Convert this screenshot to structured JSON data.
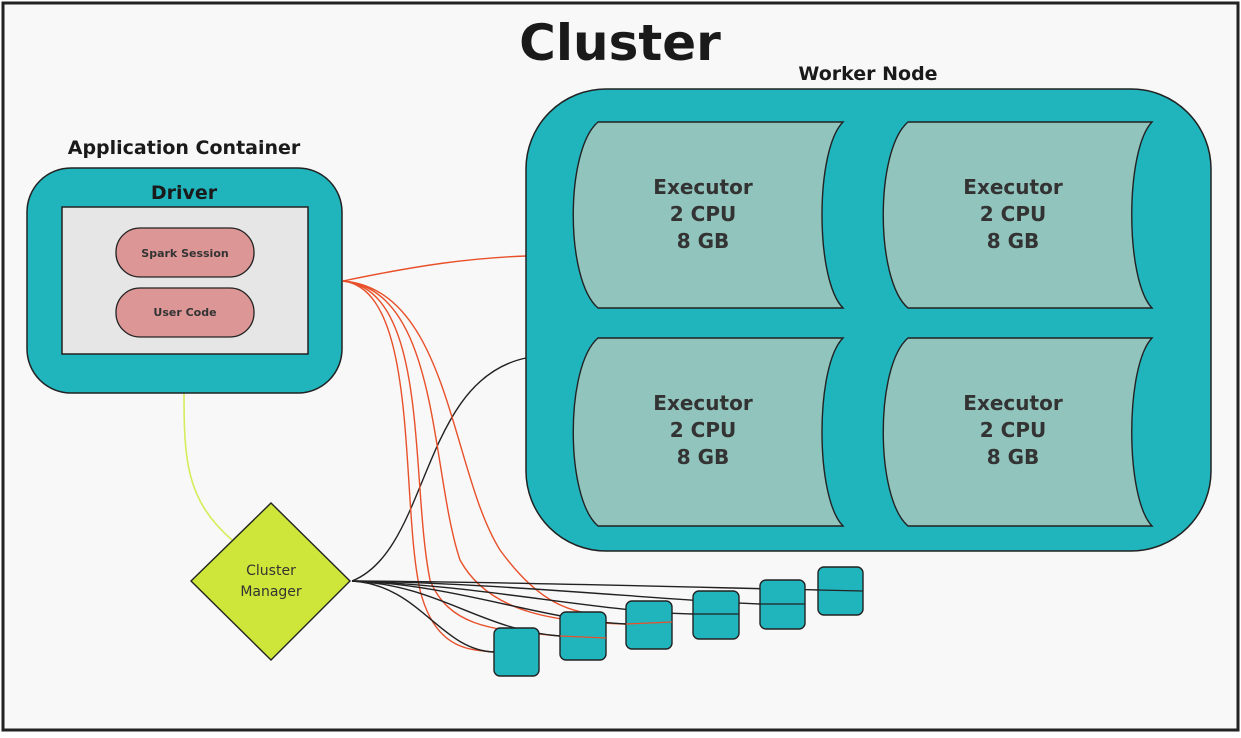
{
  "cluster": {
    "title": "Cluster"
  },
  "application_container": {
    "label": "Application Container",
    "driver": {
      "label": "Driver",
      "components": [
        "Spark Session",
        "User Code"
      ]
    }
  },
  "worker_node": {
    "label": "Worker Node",
    "executors": [
      {
        "title": "Executor",
        "cpu": "2 CPU",
        "memory": "8 GB"
      },
      {
        "title": "Executor",
        "cpu": "2 CPU",
        "memory": "8 GB"
      },
      {
        "title": "Executor",
        "cpu": "2 CPU",
        "memory": "8 GB"
      },
      {
        "title": "Executor",
        "cpu": "2 CPU",
        "memory": "8 GB"
      }
    ]
  },
  "cluster_manager": {
    "label_line1": "Cluster",
    "label_line2": "Manager"
  },
  "colors": {
    "container_teal": "#20b5bd",
    "executor_fill": "#91c4bd",
    "component_fill": "#dc9696",
    "driver_panel": "#e6e6e6",
    "manager_fill": "#cde639",
    "driver_link": "#e8502a",
    "manager_link": "#222222",
    "driver_manager_link": "#d7ec5a",
    "background": "#f8f8f8"
  },
  "small_nodes_count": 6
}
